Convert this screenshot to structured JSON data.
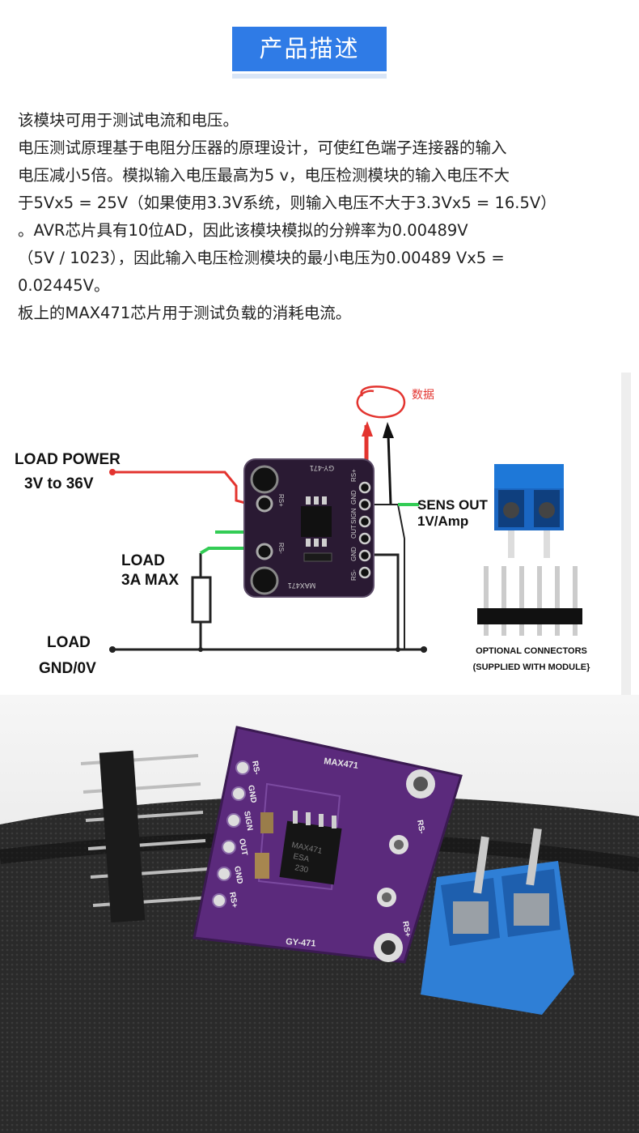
{
  "header": {
    "title": "产品描述"
  },
  "description": {
    "lines": [
      "该模块可用于测试电流和电压。",
      "电压测试原理基于电阻分压器的原理设计，可使红色端子连接器的输入",
      "电压减小5倍。模拟输入电压最高为5 v，电压检测模块的输入电压不大",
      "于5Vx5 = 25V（如果使用3.3V系统，则输入电压不大于3.3Vx5 = 16.5V）",
      "。AVR芯片具有10位AD，因此该模块模拟的分辨率为0.00489V",
      "（5V / 1023），因此输入电压检测模块的最小电压为0.00489 Vx5 =",
      "0.02445V。",
      "板上的MAX471芯片用于测试负载的消耗电流。"
    ]
  },
  "diagram": {
    "annotation": "数据",
    "load_power": "LOAD POWER",
    "load_power_range": "3V to 36V",
    "load": "LOAD",
    "load_max": "3A MAX",
    "load_gnd": "LOAD",
    "load_gnd_sub": "GND/0V",
    "sens_out": "SENS OUT",
    "sens_out_sub": "1V/Amp",
    "optional_connectors": "OPTIONAL CONNECTORS",
    "supplied_with_module": "(SUPPLIED WITH MODULE}",
    "board_top_label": "GY-471",
    "board_bottom_label": "MAX471",
    "pins_right": [
      "RS+",
      "GND",
      "SIGN",
      "OUT",
      "GND",
      "RS-"
    ],
    "pins_left": [
      "RS+",
      "RS-"
    ]
  },
  "photo": {
    "board_name": "MAX471",
    "board_model": "GY-471",
    "chip_marking": [
      "MAX471",
      "ESA",
      "230"
    ],
    "pin_labels": [
      "RS-",
      "GND",
      "SIGN",
      "OUT",
      "GND",
      "RS+"
    ],
    "right_labels": [
      "RS-",
      "RS+"
    ]
  }
}
